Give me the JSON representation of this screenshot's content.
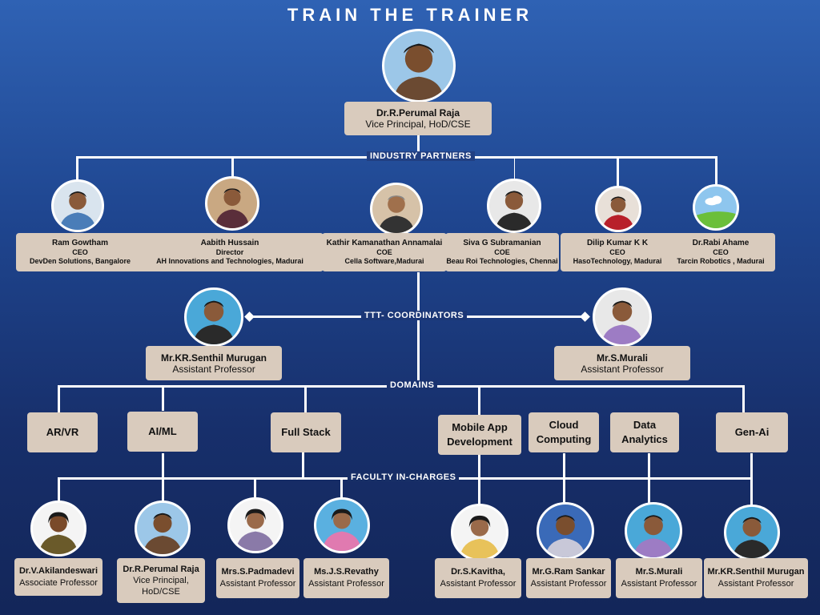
{
  "title": "TRAIN THE TRAINER",
  "head": {
    "name": "Dr.R.Perumal Raja",
    "role": "Vice Principal, HoD/CSE"
  },
  "industry_label": "INDUSTRY PARTNERS",
  "partners": [
    {
      "name": "Ram Gowtham",
      "role": "CEO",
      "org": "DevDen Solutions, Bangalore"
    },
    {
      "name": "Aabith Hussain",
      "role": "Director",
      "org": "AH Innovations and Technologies, Madurai"
    },
    {
      "name": "Kathir Kamanathan Annamalai",
      "role": "COE",
      "org": "Cella Software,Madurai"
    },
    {
      "name": "Siva G Subramanian",
      "role": "COE",
      "org": "Beau Roi Technologies, Chennai"
    },
    {
      "name": "Dilip Kumar K K",
      "role": "CEO",
      "org": "HasoTechnology, Madurai"
    },
    {
      "name": "Dr.Rabi Ahame",
      "role": "CEO",
      "org": "Tarcin Robotics , Madurai"
    }
  ],
  "coordinators_label": "TTT- COORDINATORS",
  "coordinators": [
    {
      "name": "Mr.KR.Senthil Murugan",
      "role": "Assistant Professor"
    },
    {
      "name": "Mr.S.Murali",
      "role": "Assistant Professor"
    }
  ],
  "domains_label": "DOMAINS",
  "domains": [
    "AR/VR",
    "AI/ML",
    "Full Stack",
    "Mobile App Development",
    "Cloud Computing",
    "Data Analytics",
    "Gen-Ai"
  ],
  "faculty_label": "FACULTY IN-CHARGES",
  "faculty": [
    {
      "name": "Dr.V.Akilandeswari",
      "role": "Associate Professor"
    },
    {
      "name": "Dr.R.Perumal Raja",
      "role": "Vice Principal, HoD/CSE"
    },
    {
      "name": "Mrs.S.Padmadevi",
      "role": "Assistant Professor"
    },
    {
      "name": "Ms.J.S.Revathy",
      "role": "Assistant Professor"
    },
    {
      "name": "Dr.S.Kavitha,",
      "role": "Assistant Professor"
    },
    {
      "name": "Mr.G.Ram Sankar",
      "role": "Assistant Professor"
    },
    {
      "name": "Mr.S.Murali",
      "role": "Assistant Professor"
    },
    {
      "name": "Mr.KR.Senthil Murugan",
      "role": "Assistant Professor"
    }
  ]
}
